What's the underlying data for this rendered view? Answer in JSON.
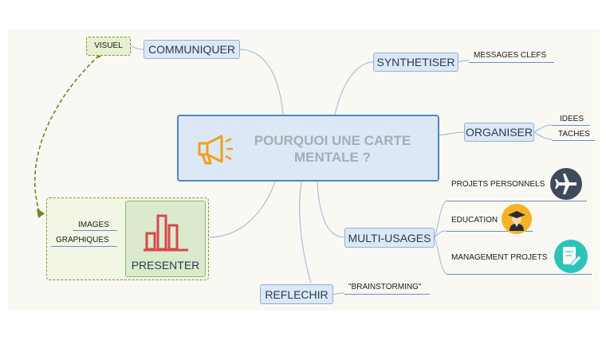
{
  "central": {
    "line1": "POURQUOI UNE CARTE",
    "line2": "MENTALE ?",
    "icon": "megaphone-icon"
  },
  "branches": {
    "communiquer": "COMMUNIQUER",
    "synthetiser": "SYNTHETISER",
    "organiser": "ORGANISER",
    "multi_usages": "MULTI-USAGES",
    "reflechir": "REFLECHIR",
    "presenter": "PRESENTER"
  },
  "leaves": {
    "visuel": "VISUEL",
    "messages_clefs": "MESSAGES CLEFS",
    "idees": "IDEES",
    "taches": "TACHES",
    "projets_personnels": "PROJETS PERSONNELS",
    "education": "EDUCATION",
    "management_projets": "MANAGEMENT PROJETS",
    "brainstorming": "\"BRAINSTORMING\"",
    "images": "IMAGES",
    "graphiques": "GRAPHIQUES"
  },
  "icons": {
    "projets_personnels": "airplane-icon",
    "education": "graduate-icon",
    "management_projets": "document-edit-icon",
    "presenter": "bar-chart-icon"
  },
  "colors": {
    "node_fill": "#dce8f6",
    "node_border": "#4f86c6",
    "group_border": "#7c9a3a",
    "accent": "#f0a020"
  }
}
